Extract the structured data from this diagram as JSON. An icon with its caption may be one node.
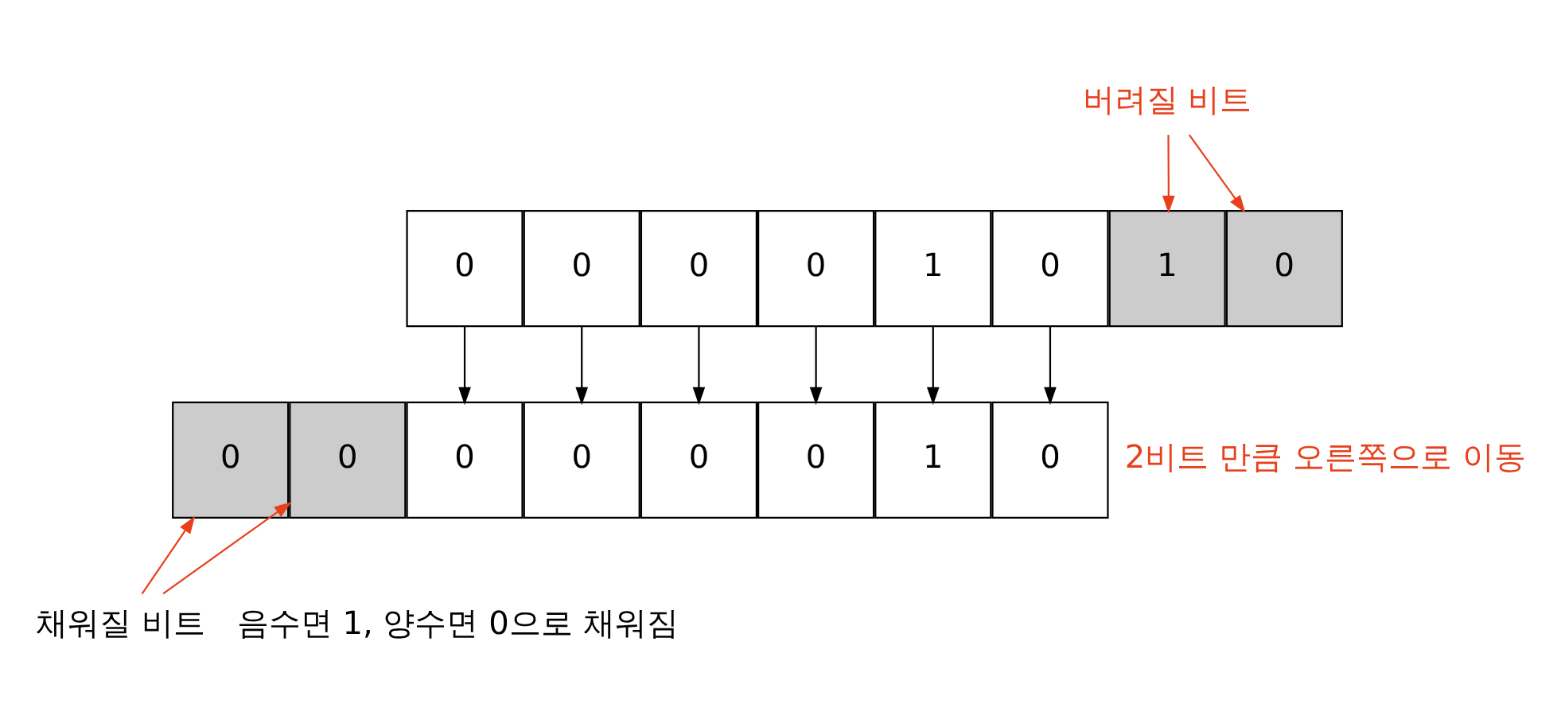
{
  "diagram": {
    "nodes": [
      {
        "text": [
          "0"
        ]
      },
      {
        "text": [
          "0"
        ]
      },
      {
        "text": [
          "0"
        ]
      },
      {
        "text": [
          "0"
        ]
      },
      {
        "text": [
          "1"
        ]
      },
      {
        "text": [
          "0"
        ]
      },
      {
        "text": [
          "1"
        ]
      },
      {
        "text": [
          "0"
        ]
      },
      {
        "text": [
          "0"
        ]
      },
      {
        "text": [
          "0"
        ]
      },
      {
        "text": [
          "0"
        ]
      },
      {
        "text": [
          "0"
        ]
      },
      {
        "text": [
          "0"
        ]
      },
      {
        "text": [
          "0"
        ]
      },
      {
        "text": [
          "1"
        ]
      },
      {
        "text": [
          "0"
        ]
      },
      {
        "text": [
          "버려질 비트"
        ]
      },
      {
        "text": [
          "채워질 비트"
        ]
      }
    ],
    "edges": [
      {
        "from": 0,
        "to": 10,
        "arrow": "to"
      },
      {
        "from": 1,
        "to": 11,
        "arrow": "to"
      },
      {
        "from": 2,
        "to": 12,
        "arrow": "to"
      },
      {
        "from": 3,
        "to": 13,
        "arrow": "to"
      },
      {
        "from": 4,
        "to": 14,
        "arrow": "to"
      },
      {
        "from": 5,
        "to": 15,
        "arrow": "to"
      },
      {
        "from": 16,
        "to": 6,
        "arrow": "to",
        "color": "#e8401c"
      },
      {
        "from": 16,
        "to": 7,
        "arrow": "to",
        "color": "#e8401c"
      },
      {
        "from": 17,
        "to": 8,
        "arrow": "to",
        "color": "#e8401c"
      },
      {
        "from": 17,
        "to": 9,
        "arrow": "to",
        "color": "#e8401c"
      }
    ],
    "labels": [
      "2비트 만큼 오른쪽으로 이동",
      "음수면 1, 양수면 0으로 채워짐"
    ]
  }
}
